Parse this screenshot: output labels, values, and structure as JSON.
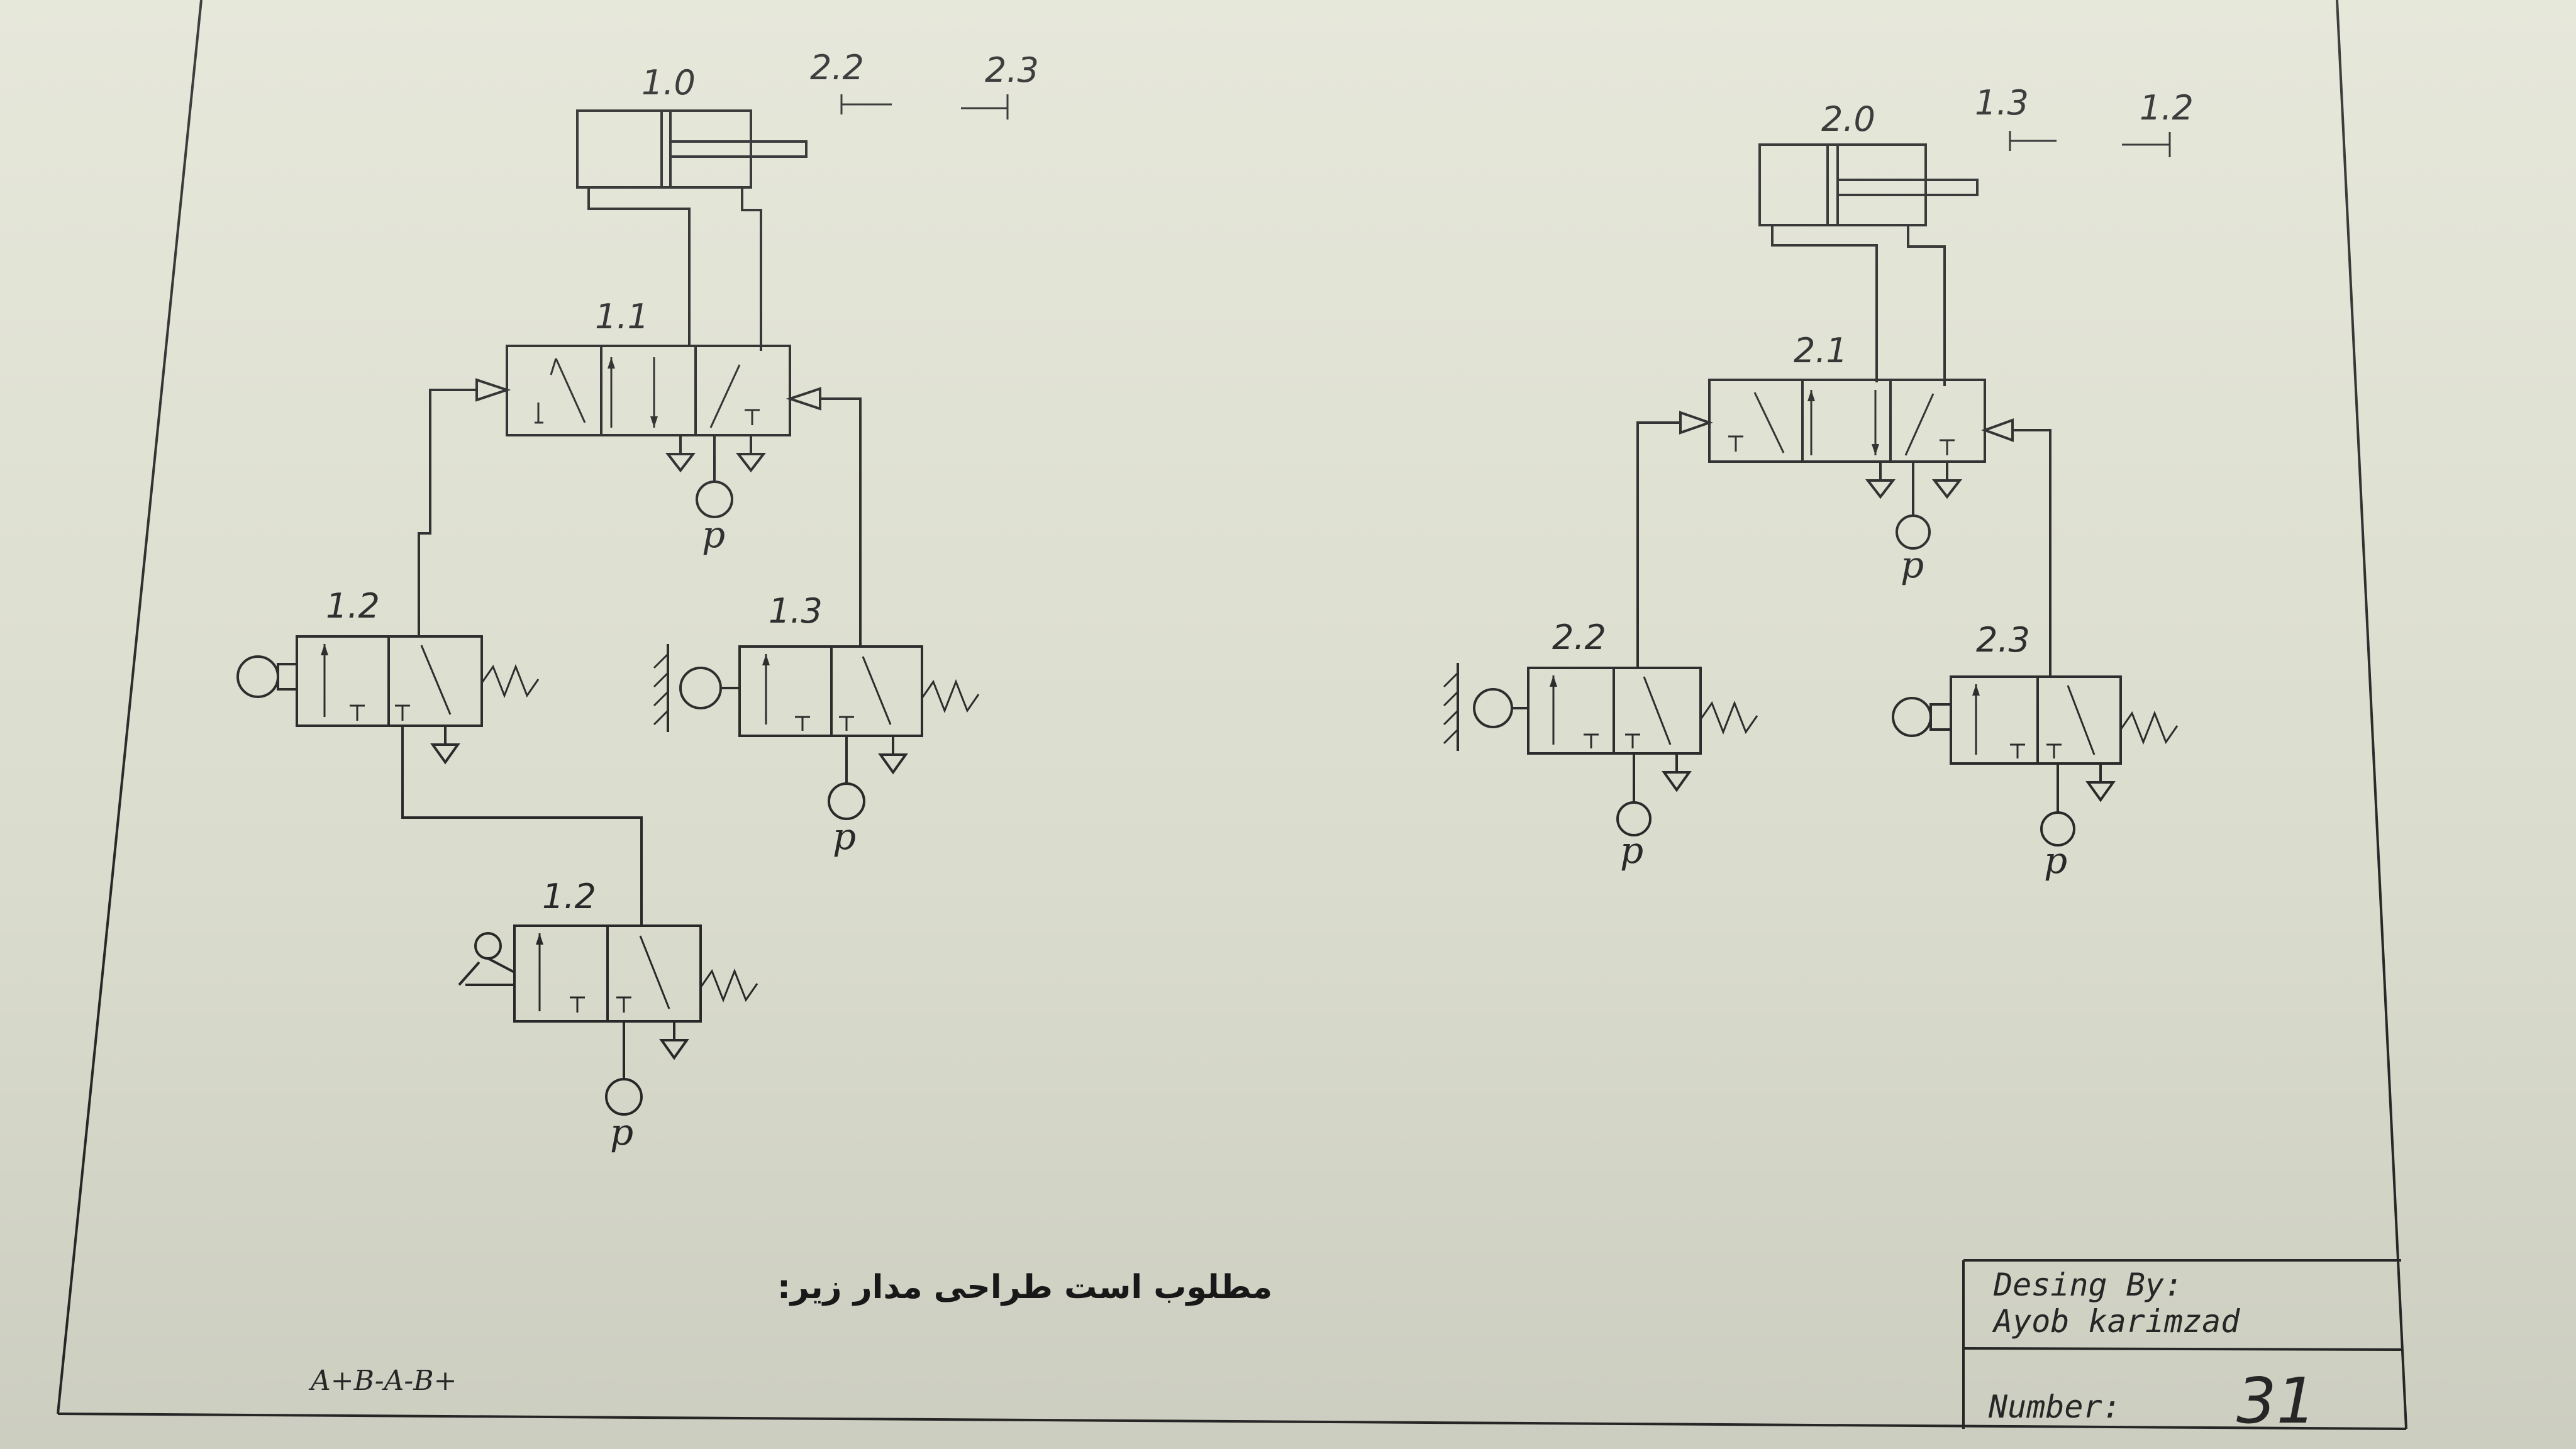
{
  "circuit1": {
    "cylinder_label": "1.0",
    "main_valve_label": "1.1",
    "valve_a_label": "1.2",
    "valve_b_label": "1.3",
    "valve_c_label": "1.2",
    "limit_left_label": "2.2",
    "limit_right_label": "2.3"
  },
  "circuit2": {
    "cylinder_label": "2.0",
    "main_valve_label": "2.1",
    "valve_a_label": "2.2",
    "valve_b_label": "2.3",
    "limit_left_label": "1.3",
    "limit_right_label": "1.2"
  },
  "pressure_symbol": "p",
  "task_text": "مطلوب است طراحی مدار زیر:",
  "sequence_text": "A+B-A-B+",
  "title_block": {
    "designed_by_label": "Desing By:",
    "designer_name": "Ayob karimzad",
    "number_label": "Number:",
    "number_value": "31"
  }
}
